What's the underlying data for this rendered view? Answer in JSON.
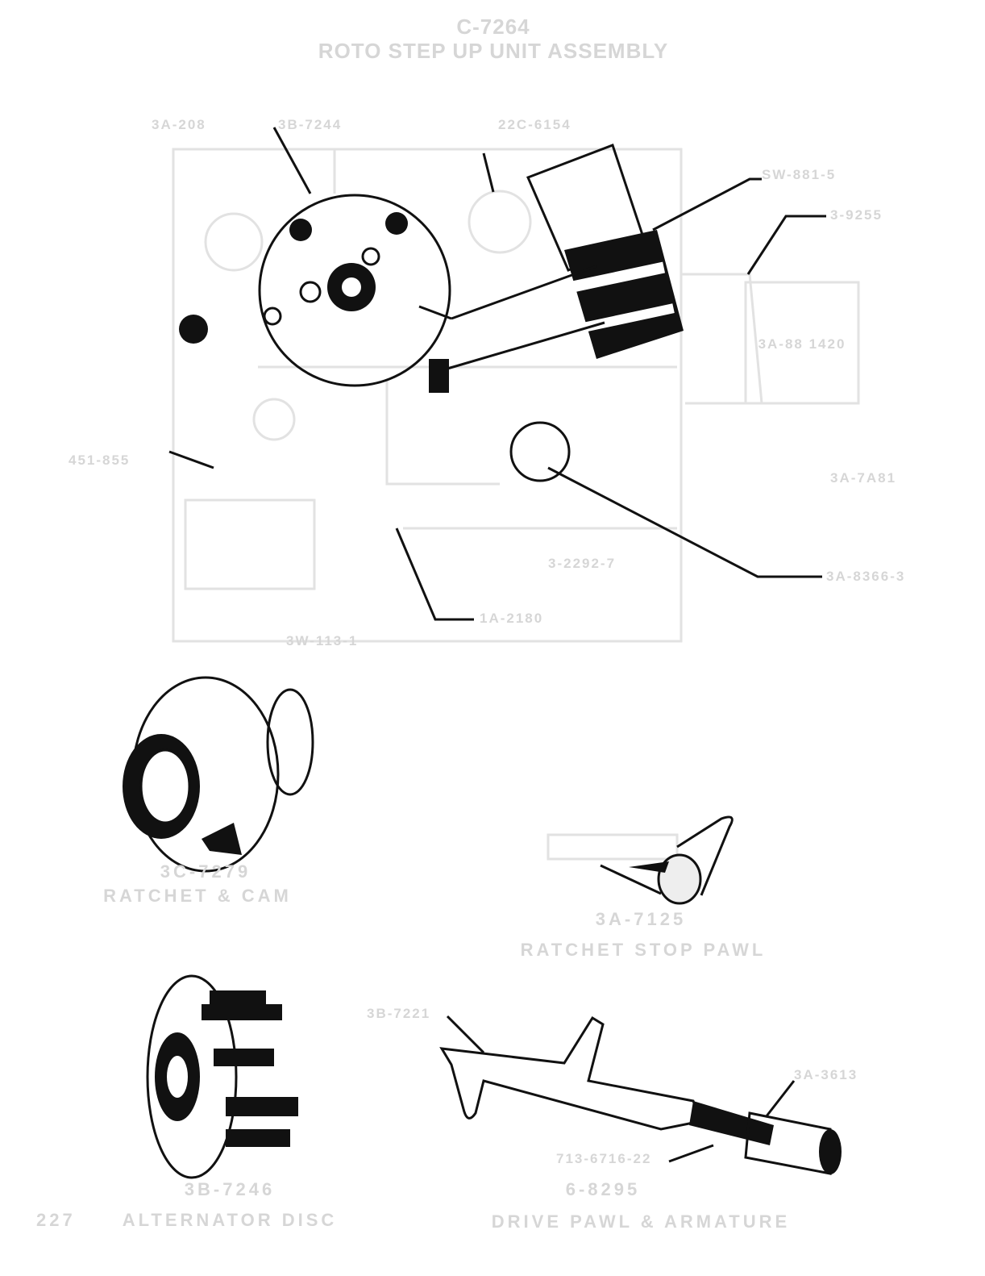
{
  "title": {
    "drawing_number": "C-7264",
    "name": "ROTO STEP UP UNIT ASSEMBLY"
  },
  "assembly_labels": {
    "l1": "3A-208",
    "l2": "3B-7244",
    "l3": "22C-6154",
    "l4": "SW-881-5",
    "l5": "3-9255",
    "l6": "451-855",
    "l7": "3A-7A81",
    "l8": "3-2292-7",
    "l9": "3A-8366-3",
    "l10": "1A-2180",
    "l11": "3W-113-1",
    "box": "3A-88 1420"
  },
  "parts": {
    "ratchet": {
      "number": "3C-7279",
      "name": "RATCHET & CAM"
    },
    "stop_pawl": {
      "number": "3A-7125",
      "name": "RATCHET STOP PAWL"
    },
    "disc": {
      "number": "3B-7246",
      "name": "ALTERNATOR DISC"
    },
    "drive": {
      "number": "6-8295",
      "name": "DRIVE PAWL & ARMATURE",
      "sub1": "3B-7221",
      "sub2": "3A-3613",
      "sub3": "713-6716-22"
    }
  },
  "page_number": "227"
}
